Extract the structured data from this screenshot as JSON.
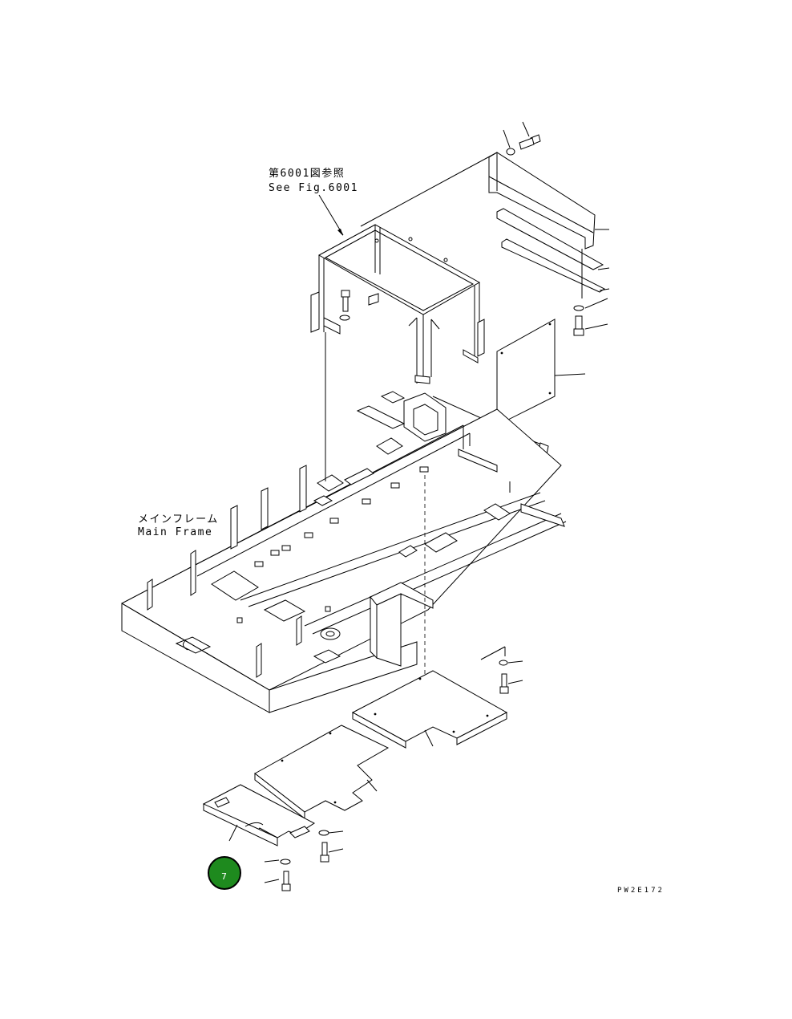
{
  "labels": {
    "fig_ref_jp": "第6001図参照",
    "fig_ref_en": "See Fig.6001",
    "main_frame_jp": "メインフレーム",
    "main_frame_en": "Main Frame"
  },
  "drawing_code": "PW2E172",
  "callout_badge": {
    "number": "7",
    "color": "#1e8a1e"
  }
}
